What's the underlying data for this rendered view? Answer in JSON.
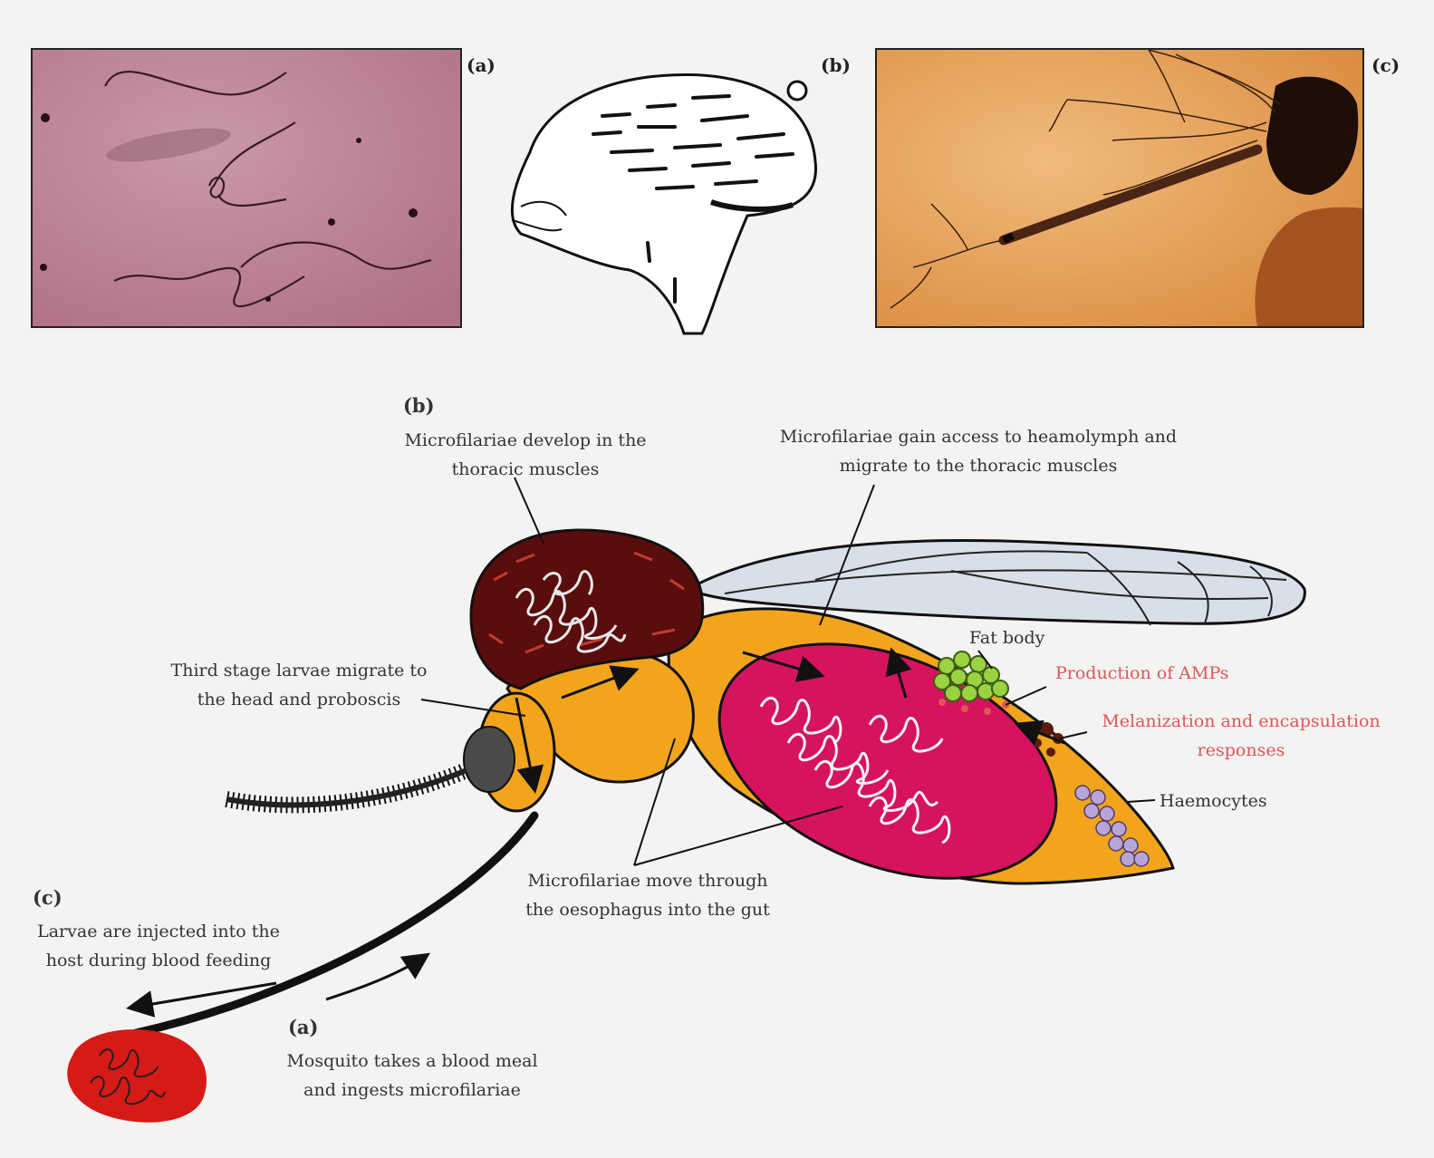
{
  "panels": {
    "a": {
      "label": "(a)"
    },
    "b": {
      "label": "(b)"
    },
    "c": {
      "label": "(c)"
    }
  },
  "diagram": {
    "label_b": "(b)",
    "label_c": "(c)",
    "label_a": "(a)",
    "thoracic_line1": "Microfilariae develop in the",
    "thoracic_line2": "thoracic muscles",
    "haemolymph_line1": "Microfilariae gain access to heamolymph and",
    "haemolymph_line2": "migrate to the thoracic muscles",
    "fat_body": "Fat body",
    "amps": "Production of AMPs",
    "melanization_line1": "Melanization and encapsulation",
    "melanization_line2": "responses",
    "haemocytes": "Haemocytes",
    "third_stage_line1": "Third stage larvae migrate to",
    "third_stage_line2": "the head and proboscis",
    "oesophagus_line1": "Microfilariae move through",
    "oesophagus_line2": "the oesophagus into the gut",
    "injected_line1": "Larvae are injected into the",
    "injected_line2": "host during blood feeding",
    "blood_meal_line1": "Mosquito takes a blood meal",
    "blood_meal_line2": "and ingests microfilariae"
  },
  "colors": {
    "body_orange": "#f2a51c",
    "gut_magenta": "#d6135e",
    "thorax_dark": "#5a0d0d",
    "blood_red": "#d61a17",
    "fat_green": "#9ad241",
    "haemocyte_purple": "#b9a4d6",
    "annotation_red": "#e0545a"
  }
}
